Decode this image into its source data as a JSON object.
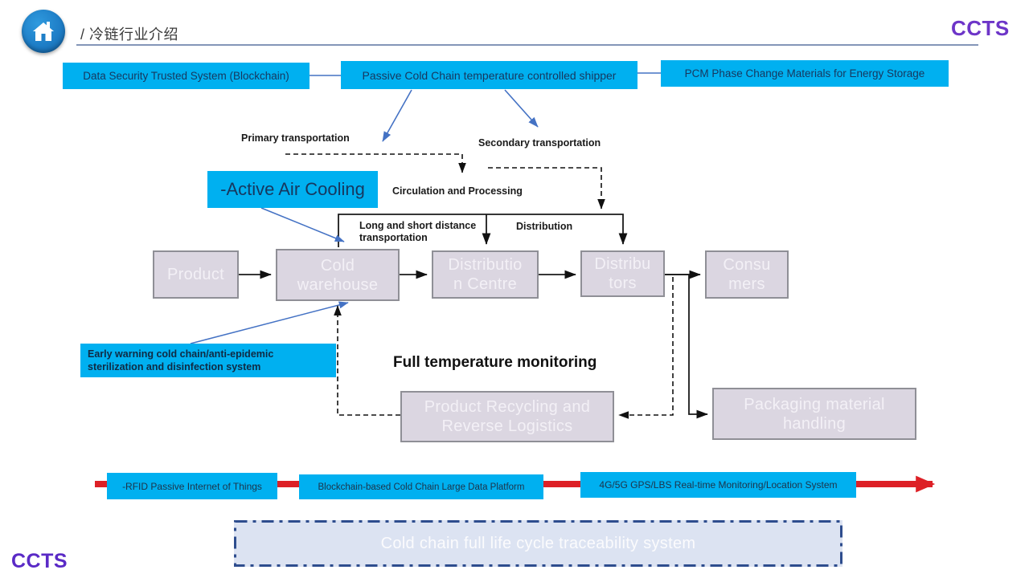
{
  "header": {
    "breadcrumb": "/ 冷链行业介绍",
    "brand": "CCTS"
  },
  "footer": {
    "brand": "CCTS"
  },
  "top_boxes": [
    {
      "label": "Data Security Trusted System (Blockchain)"
    },
    {
      "label": "Passive Cold Chain temperature controlled shipper"
    },
    {
      "label": "PCM Phase Change Materials for Energy Storage"
    }
  ],
  "side_boxes": {
    "active_air": "-Active Air Cooling",
    "early_warning": "Early warning cold chain/anti-epidemic\nsterilization and disinfection system"
  },
  "flow_labels": {
    "primary": "Primary transportation",
    "secondary": "Secondary transportation",
    "circulation": "Circulation and Processing",
    "long_short": "Long and short distance\ntransportation",
    "distribution": "Distribution",
    "full_temp": "Full temperature monitoring"
  },
  "main_flow": [
    "Product",
    "Cold\nwarehouse",
    "Distributio\nn Centre",
    "Distribu\ntors",
    "Consu\nmers"
  ],
  "secondary_boxes": {
    "recycling": "Product Recycling and\nReverse Logistics",
    "packaging": "Packaging material\nhandling"
  },
  "bottom_boxes": [
    {
      "label": "-RFID Passive Internet of Things"
    },
    {
      "label": "Blockchain-based Cold Chain Large Data Platform"
    },
    {
      "label": "4G/5G GPS/LBS Real-time Monitoring/Location System"
    }
  ],
  "traceability_label": "Cold chain full life cycle traceability system",
  "colors": {
    "accent_cyan": "#00b0f0",
    "flow_box_fill": "#dbd6e1",
    "flow_box_border": "#8f8f96",
    "connector_blue": "#4472c4",
    "timeline_red": "#dd2026",
    "brand_purple": "#6d35c8",
    "trace_fill": "#dce3f2",
    "trace_border": "#2e4d8e"
  }
}
